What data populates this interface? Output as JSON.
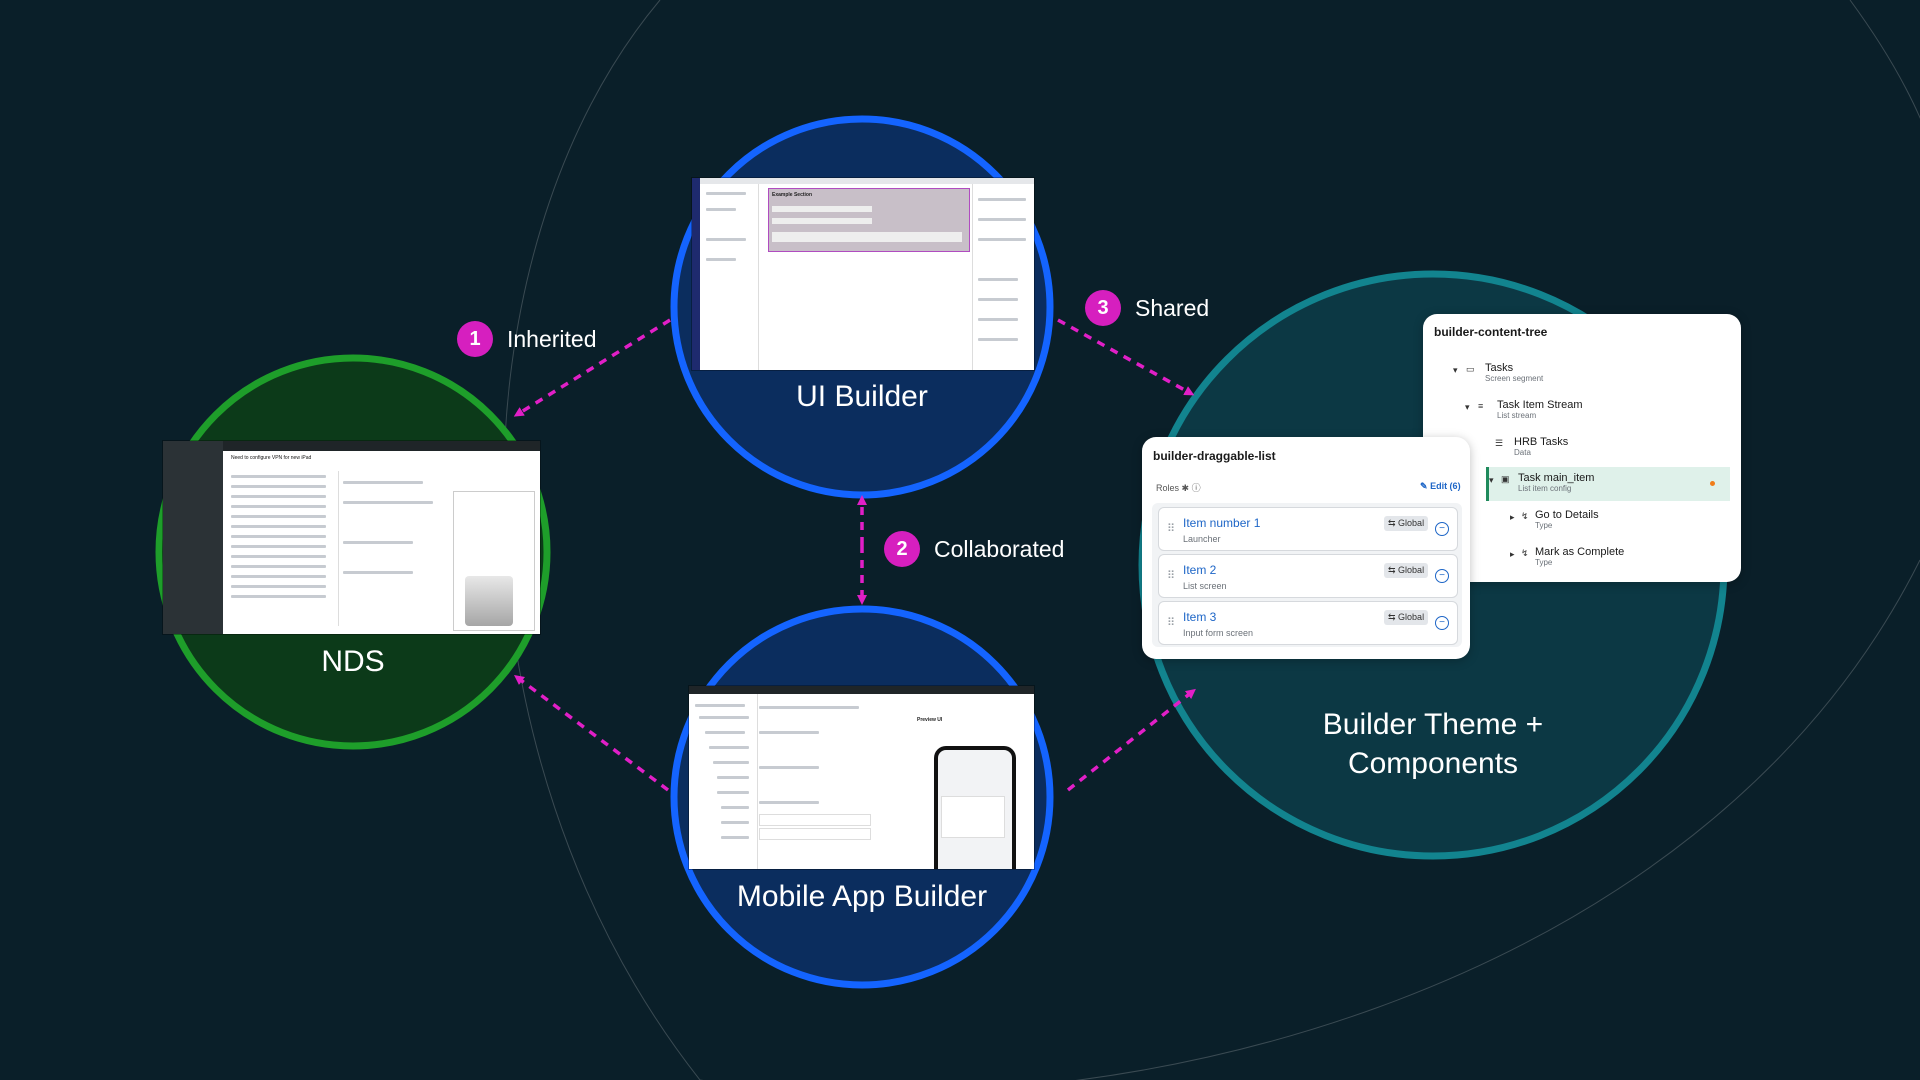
{
  "colors": {
    "background": "#0a1f29",
    "nds_circle": "#1e9e2a",
    "ui_builder_circle": "#1464ff",
    "mobile_circle": "#1464ff",
    "theme_circle": "#12848f",
    "arrow": "#e11fc7",
    "badge": "#d61fbf",
    "accent_blue": "#1e66c7",
    "selected_row": "#dff1ea",
    "selected_bar": "#1f8a5c",
    "modified_dot": "#f07d1a"
  },
  "nodes": {
    "nds": "NDS",
    "ui_builder": "UI Builder",
    "mobile_app_builder": "Mobile App Builder",
    "builder_theme_line1": "Builder Theme +",
    "builder_theme_line2": "Components"
  },
  "relations": [
    {
      "number": "1",
      "label": "Inherited"
    },
    {
      "number": "2",
      "label": "Collaborated"
    },
    {
      "number": "3",
      "label": "Shared"
    }
  ],
  "draggable_list": {
    "title": "builder-draggable-list",
    "roles_label": "Roles",
    "edit_label": "Edit (6)",
    "items": [
      {
        "name": "Item number 1",
        "sub": "Launcher",
        "tag": "Global"
      },
      {
        "name": "Item 2",
        "sub": "List screen",
        "tag": "Global"
      },
      {
        "name": "Item 3",
        "sub": "Input form screen",
        "tag": "Global"
      }
    ]
  },
  "content_tree": {
    "title": "builder-content-tree",
    "nodes": [
      {
        "label": "Tasks",
        "sub": "Screen segment",
        "icon": "folder-icon"
      },
      {
        "label": "Task Item Stream",
        "sub": "List stream",
        "icon": "list-icon"
      },
      {
        "label": "HRB Tasks",
        "sub": "Data",
        "icon": "database-icon"
      },
      {
        "label": "Task main_item",
        "sub": "List item config",
        "icon": "card-icon"
      },
      {
        "label": "Go to Details",
        "sub": "Type",
        "icon": "action-icon"
      },
      {
        "label": "Mark as Complete",
        "sub": "Type",
        "icon": "action-icon"
      }
    ]
  },
  "ui_builder_shot": {
    "section_title": "Example Section"
  },
  "mobile_shot": {
    "panel_title": "Preview UI"
  },
  "nds_shot": {
    "heading": "Need to configure VPN for new iPad"
  }
}
